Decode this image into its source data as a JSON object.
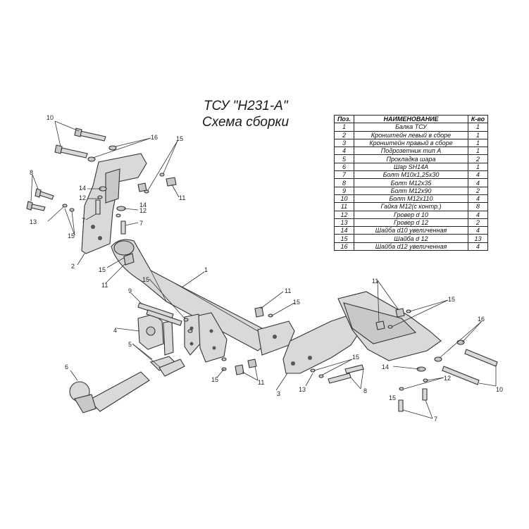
{
  "title": "ТСУ \"Н231-А\"",
  "subtitle": "Схема сборки",
  "table": {
    "headers": [
      "Поз.",
      "НАИМЕНОВАНИЕ",
      "К-во"
    ],
    "rows": [
      {
        "pos": "1",
        "name": "Балка ТСУ",
        "qty": "1"
      },
      {
        "pos": "2",
        "name": "Кронштейн левый в сборе",
        "qty": "1"
      },
      {
        "pos": "3",
        "name": "Кронштейн правый в сборе",
        "qty": "1"
      },
      {
        "pos": "4",
        "name": "Подрозетник тип А",
        "qty": "1"
      },
      {
        "pos": "5",
        "name": "Прокладка шара",
        "qty": "2"
      },
      {
        "pos": "6",
        "name": "Шар SH14A",
        "qty": "1"
      },
      {
        "pos": "7",
        "name": "Болт М10х1,25х30",
        "qty": "4"
      },
      {
        "pos": "8",
        "name": "Болт М12х35",
        "qty": "4"
      },
      {
        "pos": "9",
        "name": "Болт М12х90",
        "qty": "2"
      },
      {
        "pos": "10",
        "name": "Болт М12х110",
        "qty": "4"
      },
      {
        "pos": "11",
        "name": "Гайка М12(с контр.)",
        "qty": "8"
      },
      {
        "pos": "12",
        "name": "Гровер d 10",
        "qty": "4"
      },
      {
        "pos": "13",
        "name": "Гровер d 12",
        "qty": "2"
      },
      {
        "pos": "14",
        "name": "Шайба d10 увеличенная",
        "qty": "4"
      },
      {
        "pos": "15",
        "name": "Шайба d 12",
        "qty": "13"
      },
      {
        "pos": "16",
        "name": "Шайба d12 увеличенная",
        "qty": "4"
      }
    ]
  },
  "labels": {
    "l1": "1",
    "l2": "2",
    "l3": "3",
    "l4": "4",
    "l5": "5",
    "l6": "6",
    "l7a": "7",
    "l7b": "7",
    "l7c": "7",
    "l8a": "8",
    "l8b": "8",
    "l9": "9",
    "l10a": "10",
    "l10b": "10",
    "l11a": "11",
    "l11b": "11",
    "l11c": "11",
    "l11d": "11",
    "l11e": "11",
    "l12a": "12",
    "l12b": "12",
    "l12c": "12",
    "l13a": "13",
    "l13b": "13",
    "l14a": "14",
    "l14b": "14",
    "l14c": "14",
    "l15a": "15",
    "l15b": "15",
    "l15c": "15",
    "l15d": "15",
    "l15e": "15",
    "l15f": "15",
    "l15g": "15",
    "l15h": "15",
    "l15i": "15",
    "l16a": "16",
    "l16b": "16"
  }
}
